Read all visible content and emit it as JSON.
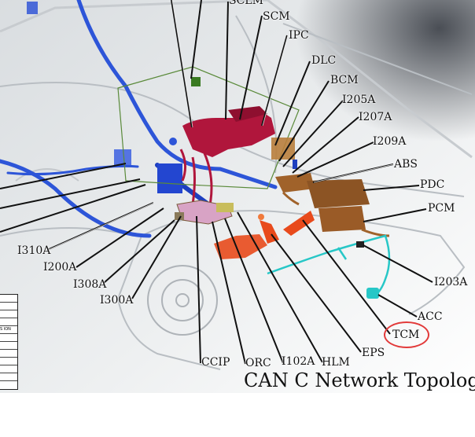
{
  "title": "CAN C Network Topology",
  "labels": {
    "sclm": "SCLM",
    "scm": "SCM",
    "ipc": "IPC",
    "dlc": "DLC",
    "bcm": "BCM",
    "i205a": "I205A",
    "i207a": "I207A",
    "i209a": "I209A",
    "abs": "ABS",
    "pdc": "PDC",
    "pcm": "PCM",
    "i203a": "I203A",
    "acc": "ACC",
    "tcm": "TCM",
    "eps": "EPS",
    "hlm": "HLM",
    "i102a": "I102A",
    "orc": "ORC",
    "ccip": "CCIP",
    "i300a": "I300A",
    "i308a": "I308A",
    "i200a": "I200A",
    "i310a": "I310A"
  },
  "side_table": {
    "cell_text": "S ION"
  },
  "colors": {
    "can_bus_blue": "#2d55d8",
    "sclm_magenta": "#b0163c",
    "powertrain_brown": "#a0622a",
    "chassis_orange": "#e84a1c",
    "adas_cyan": "#27c7c7",
    "highlight_red": "#e23a3a"
  }
}
